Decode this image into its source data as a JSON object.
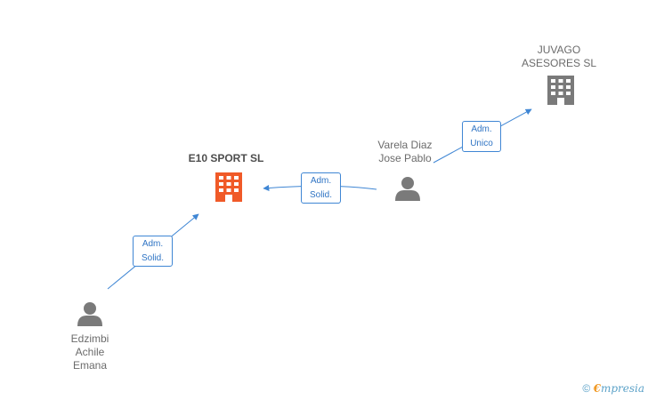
{
  "nodes": {
    "e10": {
      "lines": [
        "E10 SPORT SL"
      ],
      "type": "company",
      "color": "#f05a28"
    },
    "juvago": {
      "lines": [
        "JUVAGO",
        "ASESORES SL"
      ],
      "type": "company",
      "color": "#7a7a7a"
    },
    "varela": {
      "lines": [
        "Varela Diaz",
        "Jose Pablo"
      ],
      "type": "person",
      "color": "#7a7a7a"
    },
    "edzimbi": {
      "lines": [
        "Edzimbi",
        "Achile",
        "Emana"
      ],
      "type": "person",
      "color": "#7a7a7a"
    }
  },
  "edges": {
    "varela_juvago": {
      "lines": [
        "Adm.",
        "Unico"
      ]
    },
    "varela_e10": {
      "lines": [
        "Adm.",
        "Solid."
      ]
    },
    "edzimbi_e10": {
      "lines": [
        "Adm.",
        "Solid."
      ]
    }
  },
  "edge_color": "#3f86d4",
  "footer": {
    "copyright": "©",
    "brand_first": "€",
    "brand_rest": "mpresia"
  }
}
